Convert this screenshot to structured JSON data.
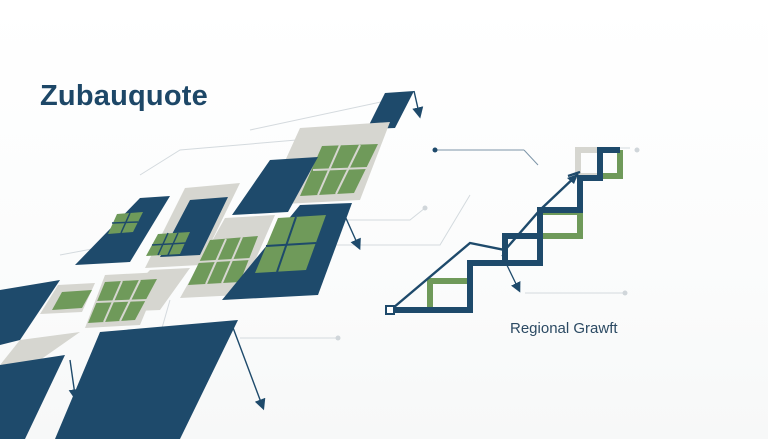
{
  "slide": {
    "title": "Zubauquote",
    "caption": "Regional Grawft"
  },
  "colors": {
    "navy": "#1e4a6b",
    "green": "#6f9a5a",
    "gray": "#d6d6d0",
    "line": "#cfd6dc",
    "background": "#ffffff"
  },
  "icons": {
    "panel_cluster": "solar-panel-cluster-illustration",
    "stair_chart": "growth-staircase-icon"
  }
}
